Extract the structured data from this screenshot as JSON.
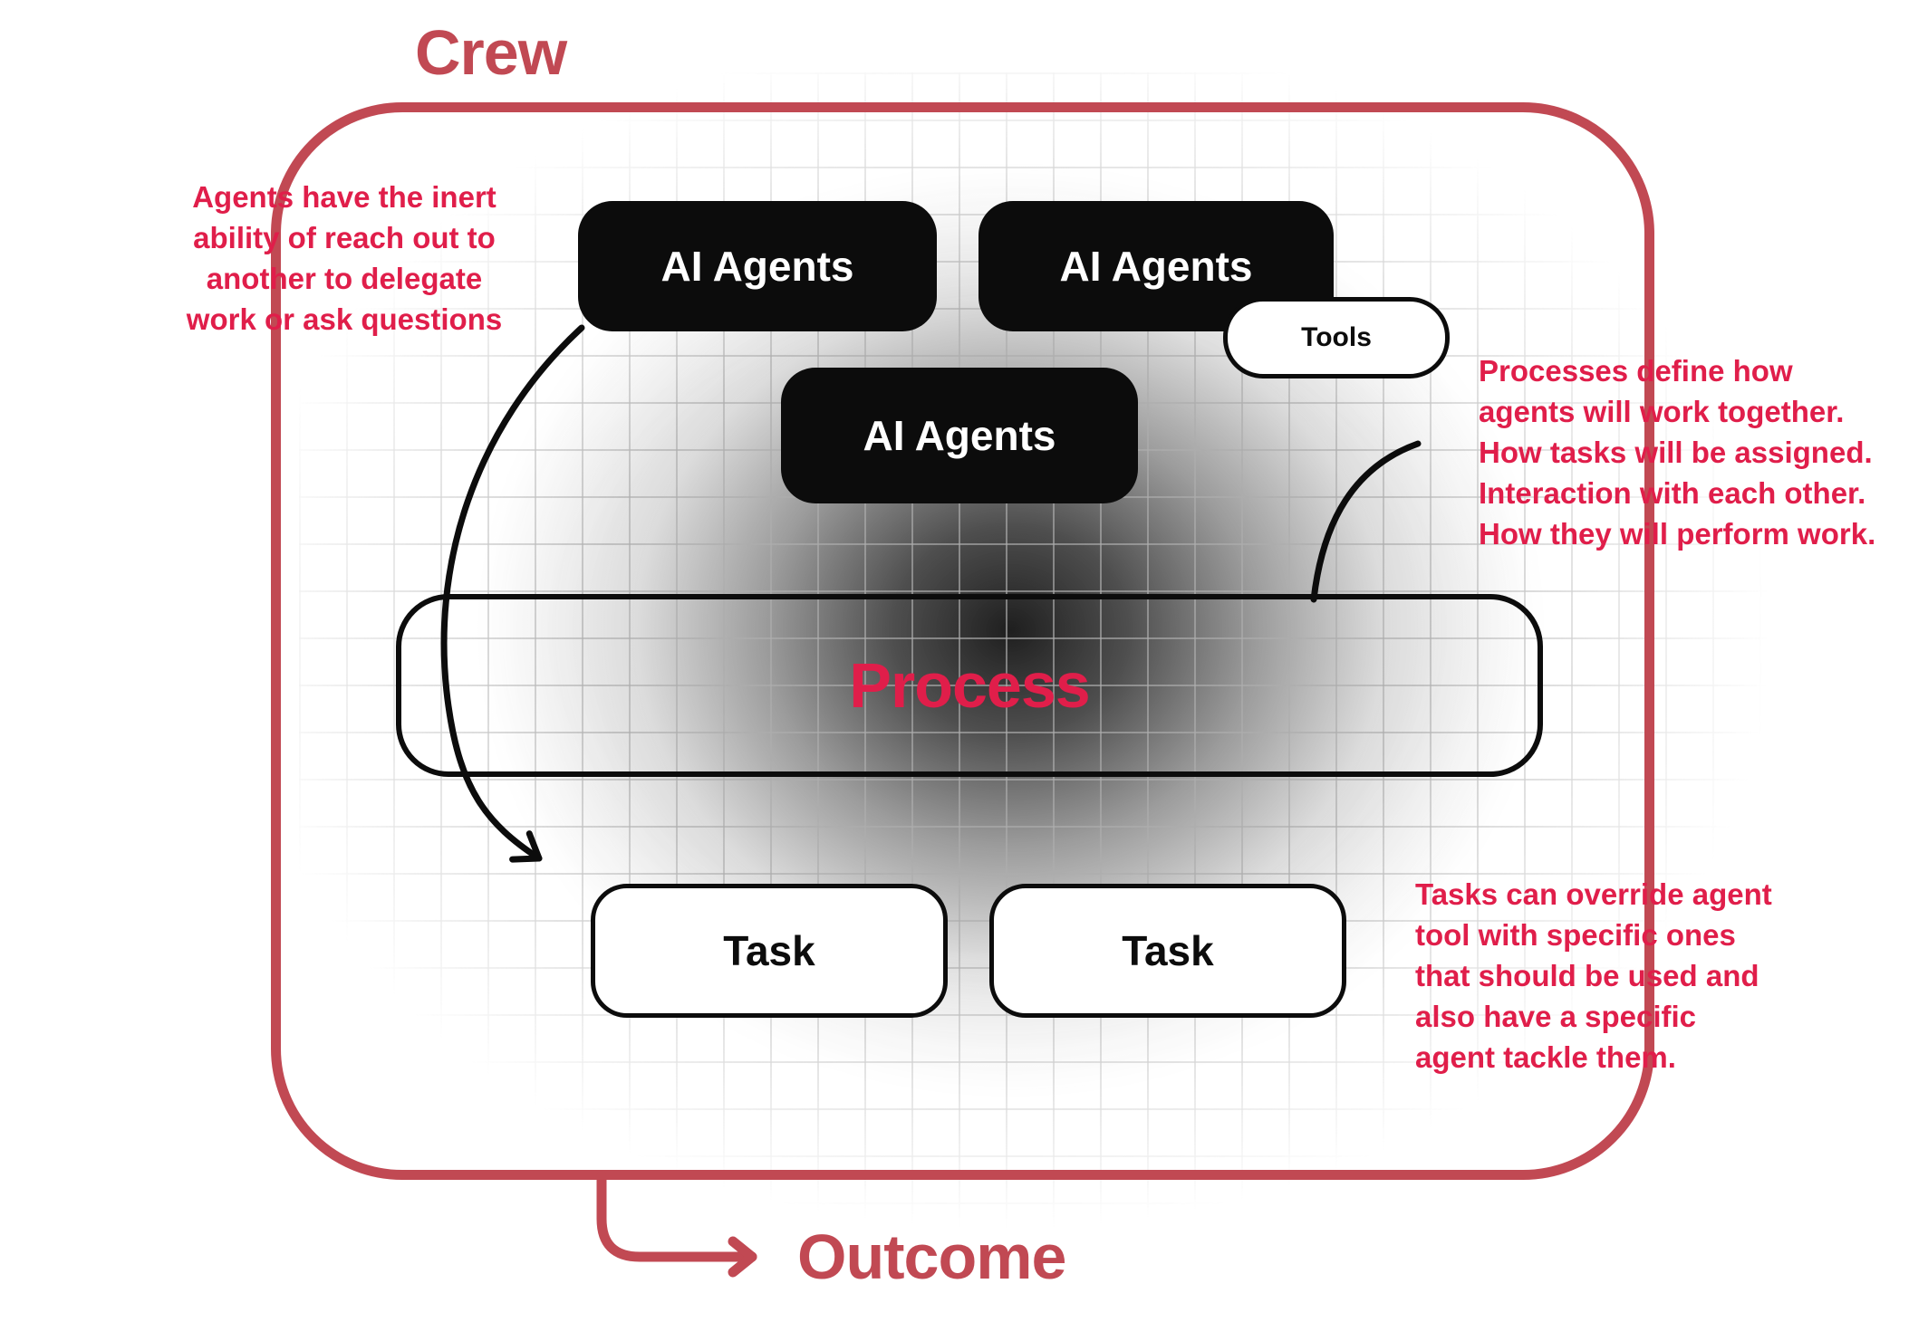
{
  "diagram": {
    "crew_label": "Crew",
    "outcome_label": "Outcome",
    "process_label": "Process",
    "tools_label": "Tools",
    "agents": [
      "AI Agents",
      "AI Agents",
      "AI Agents"
    ],
    "tasks": [
      "Task",
      "Task"
    ],
    "annotations": {
      "left": "Agents have the inert\nability of reach out to\nanother to delegate\nwork or ask questions",
      "right_top": "Processes define how\nagents will work together.\nHow tasks will be assigned.\nInteraction with each other.\nHow they will perform work.",
      "right_bottom": "Tasks can override agent\ntool with specific ones\nthat should be used and\nalso have a specific\nagent tackle them."
    },
    "colors": {
      "crimson_dark": "#c14953",
      "crimson_bright": "#e01e4a",
      "node_black": "#0c0c0c",
      "grid_gray": "#adadad"
    }
  }
}
